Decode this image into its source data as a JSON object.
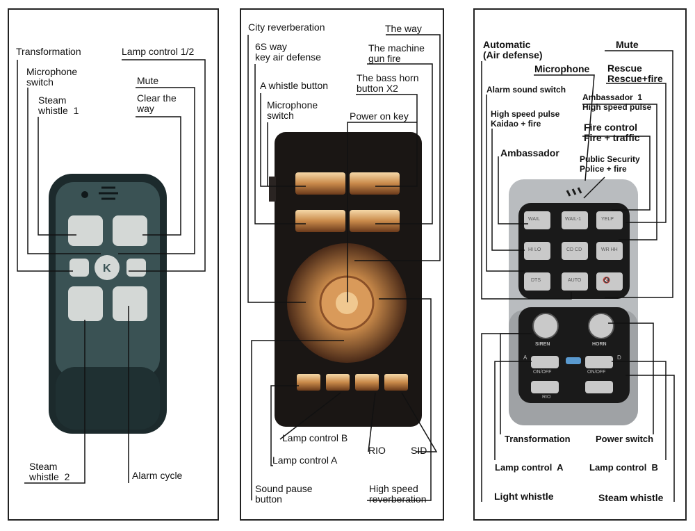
{
  "panel1": {
    "labels": {
      "transformation": "Transformation",
      "lamp_control_1_2": "Lamp control 1/2",
      "microphone_switch": "Microphone\nswitch",
      "mute": "Mute",
      "steam_whistle_1": "Steam\nwhistle  1",
      "clear_the_way": "Clear the\nway",
      "steam_whistle_2": "Steam\nwhistle  2",
      "alarm_cycle": "Alarm cycle"
    }
  },
  "panel2": {
    "labels": {
      "city_reverberation": "City reverberation",
      "the_way": "The way",
      "six_s_way": "6S way\nkey air defense",
      "machine_gun_fire": "The machine\ngun fire",
      "bass_horn": "The bass horn\nbutton X2",
      "a_whistle_button": "A whistle button",
      "microphone_switch": "Microphone\nswitch",
      "power_on_key": "Power on key",
      "lamp_control_b": "Lamp control B",
      "rio": "RIO",
      "sid": "SID",
      "lamp_control_a": "Lamp control A",
      "sound_pause_button": "Sound pause\nbutton",
      "high_speed_reverberation": "High speed\nreverberation"
    }
  },
  "panel3": {
    "labels": {
      "automatic": "Automatic\n(Air defense)",
      "mute": "Mute",
      "microphone": "Microphone",
      "rescue": "Rescue\nRescue+fire",
      "alarm_sound_switch": "Alarm sound switch",
      "ambassador_1": "Ambassador  1\nHigh speed pulse",
      "high_speed_pulse": "High speed pulse\nKaidao + fire",
      "fire_control": "Fire control\nFire + traffic",
      "ambassador": "Ambassador",
      "public_security": "Public Security\nPolice + fire",
      "transformation": "Transformation",
      "power_switch": "Power switch",
      "lamp_control_a": "Lamp control  A",
      "lamp_control_b": "Lamp control  B",
      "light_whistle": "Light whistle",
      "steam_whistle": "Steam whistle"
    },
    "buttons": {
      "wail": "WAIL",
      "wail_1": "WAIL-1",
      "yelp": "YELP",
      "hilo": "HI LO",
      "cd": "CD CD",
      "wr": "WR HH",
      "dts": "DTS",
      "auto": "AUTO",
      "mic": "🔇",
      "siren": "SIREN",
      "horn": "HORN",
      "a": "A",
      "d": "D",
      "on_off_a": "ON/OFF",
      "on_off_b": "ON/OFF",
      "rio": "RIO"
    }
  },
  "colors": {
    "remote_body": "#2f4446",
    "remote_dark": "#1c2a2c",
    "remote_button": "#d4d8d6",
    "panel2_body": "#1a1614",
    "panel2_glow": "#c98a4a",
    "panel3_body": "#b9bcbf",
    "panel3_keypad": "#1a1a1a",
    "panel3_key": "#c9c9c9"
  }
}
